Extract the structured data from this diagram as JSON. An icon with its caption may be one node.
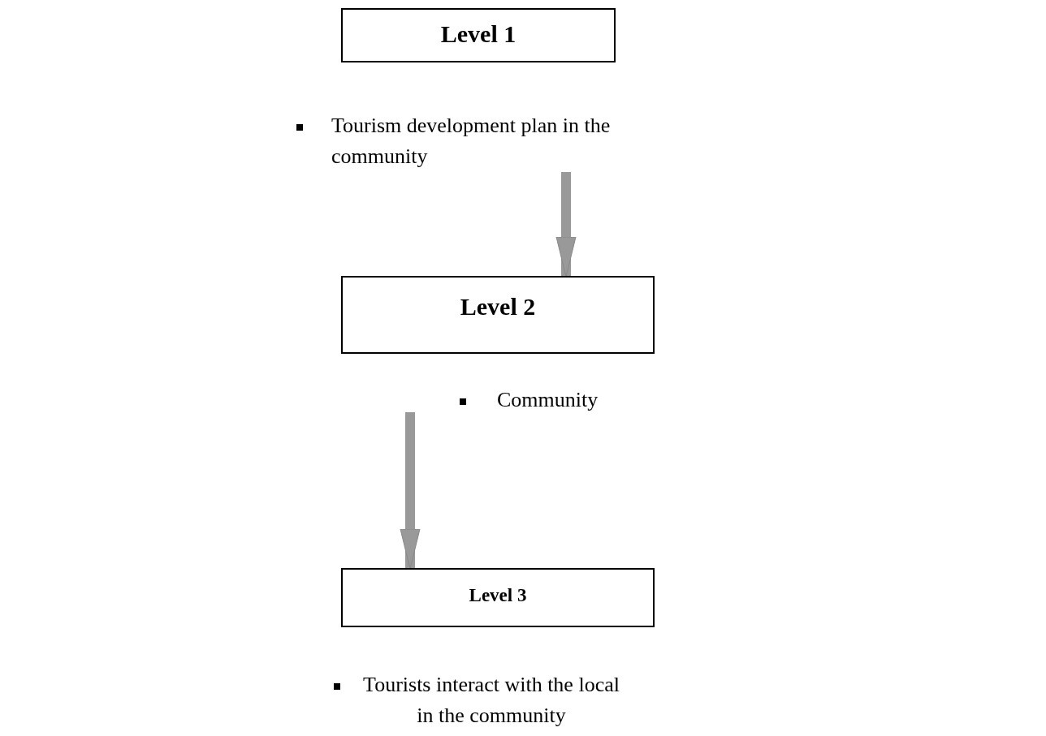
{
  "diagram": {
    "nodes": [
      {
        "text": [
          "Level 1"
        ]
      },
      {
        "text": [
          "Tourism development plan in the community"
        ]
      },
      {
        "text": [
          "Level 2"
        ]
      },
      {
        "text": [
          "Level 3"
        ]
      }
    ],
    "edges": [
      {
        "from": 1,
        "to": 2,
        "arrow": "to"
      },
      {
        "from": null,
        "to": 3,
        "arrow": "to"
      }
    ],
    "labels": [
      "Community",
      "Tourists interact with the local in the community"
    ]
  }
}
